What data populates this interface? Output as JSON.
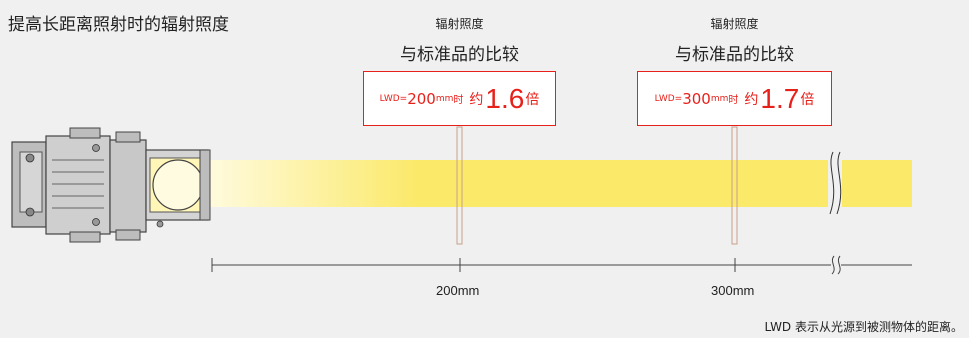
{
  "title": "提高长距离照射时的辐射照度",
  "callouts": [
    {
      "label": "辐射照度",
      "subtitle": "与标准品的比较",
      "lwd_prefix": "LWD=",
      "lwd_value": "200",
      "lwd_unit": "mm",
      "lwd_suffix": "时",
      "approx": "约",
      "factor": "1.6",
      "times": "倍"
    },
    {
      "label": "辐射照度",
      "subtitle": "与标准品的比较",
      "lwd_prefix": "LWD=",
      "lwd_value": "300",
      "lwd_unit": "mm",
      "lwd_suffix": "时",
      "approx": "约",
      "factor": "1.7",
      "times": "倍"
    }
  ],
  "distances": [
    "200mm",
    "300mm"
  ],
  "footnote": "LWD 表示从光源到被测物体的距离。",
  "colors": {
    "beam": "#fbe96a",
    "accent": "#e8201a",
    "background": "#f0f0f0",
    "marker": "#c8a08a"
  }
}
